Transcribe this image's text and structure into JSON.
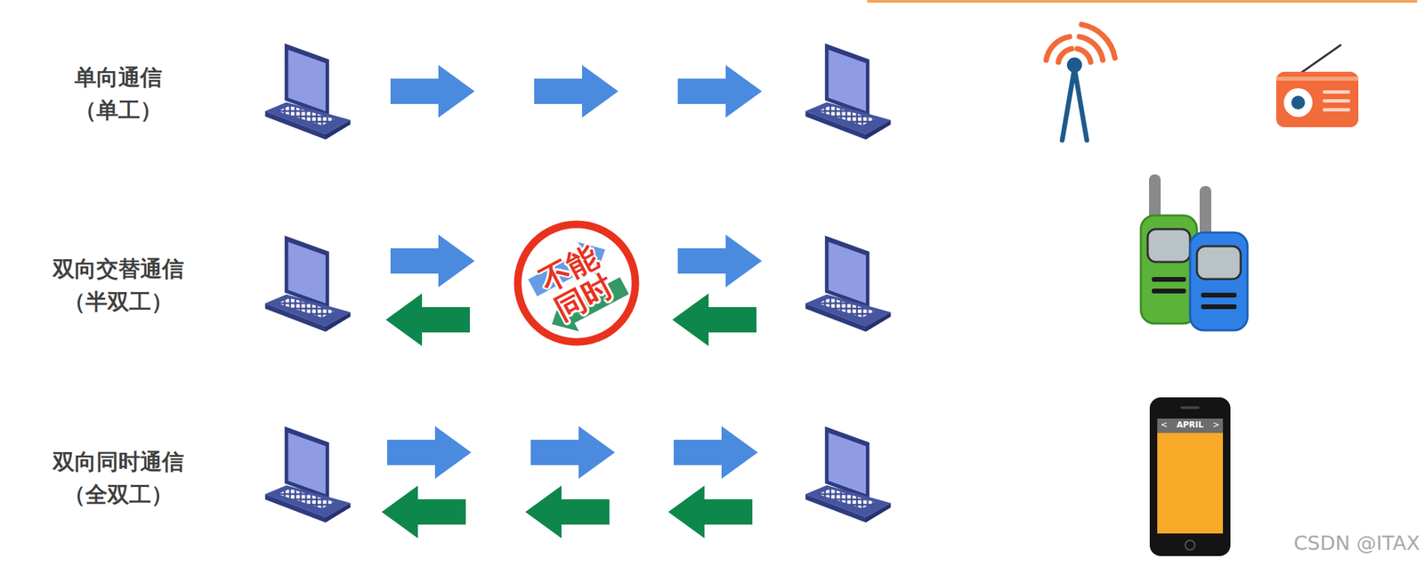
{
  "diagram": {
    "nodes": [
      {
        "text": [
          "不能 同时"
        ]
      }
    ],
    "labels": [
      "单向通信",
      "（单工）",
      "双向交替通信",
      "（半双工）",
      "双向同时通信",
      "（全双工）",
      "<",
      "APRIL",
      ">",
      "CSDN @ITAX"
    ]
  }
}
